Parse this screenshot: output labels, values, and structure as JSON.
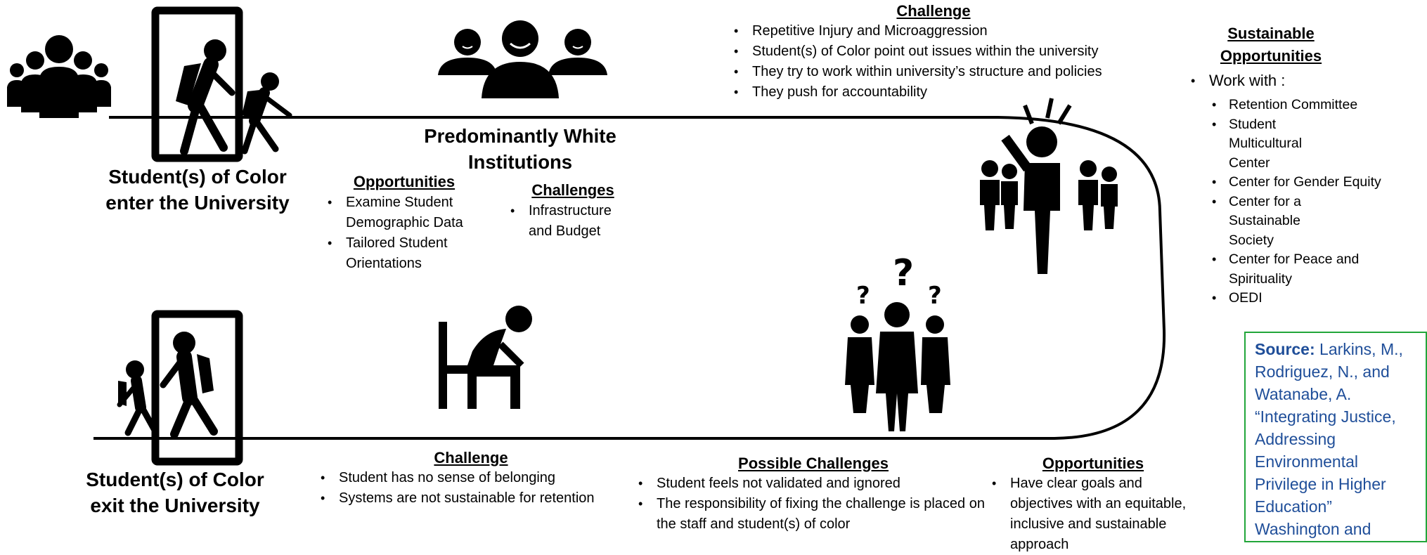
{
  "start": {
    "title": "Student(s) of Color enter the University"
  },
  "pwi": {
    "title": "Predominantly White Institutions",
    "opportunities": {
      "heading": "Opportunities",
      "items": [
        "Examine Student Demographic Data",
        "Tailored Student Orientations"
      ]
    },
    "challenges": {
      "heading": "Challenges",
      "items": [
        "Infrastructure and Budget"
      ]
    }
  },
  "top_challenge": {
    "heading": "Challenge",
    "items": [
      "Repetitive Injury and Microaggression",
      "Student(s) of Color point out issues within the university",
      "They try to work within university’s structure and policies",
      "They push for accountability"
    ]
  },
  "sustainable": {
    "heading": "Sustainable Opportunities",
    "work_with": "Work with :",
    "items": [
      "Retention Committee",
      "Student Multicultural Center",
      "Center for Gender Equity",
      "Center for a Sustainable Society",
      "Center for Peace and Spirituality",
      "OEDI"
    ]
  },
  "end": {
    "title": "Student(s) of Color exit the University"
  },
  "bottom_challenge": {
    "heading": "Challenge",
    "items": [
      "Student has no sense of belonging",
      "Systems are not sustainable for retention"
    ]
  },
  "possible_challenges": {
    "heading": "Possible Challenges",
    "items": [
      "Student feels not validated and ignored",
      "The responsibility of fixing the challenge is placed on the staff and student(s) of color"
    ]
  },
  "bottom_opportunities": {
    "heading": "Opportunities",
    "items": [
      "Have clear goals and objectives with an equitable, inclusive and sustainable approach"
    ]
  },
  "source": {
    "label": "Source:",
    "text": "Larkins, M., Rodriguez, N., and Watanabe, A. “Integrating Justice, Addressing Environmental Privilege in Higher Education” Washington and"
  },
  "colors": {
    "line": "#000000",
    "source_border": "#22a63a",
    "source_text": "#1f4e99"
  }
}
